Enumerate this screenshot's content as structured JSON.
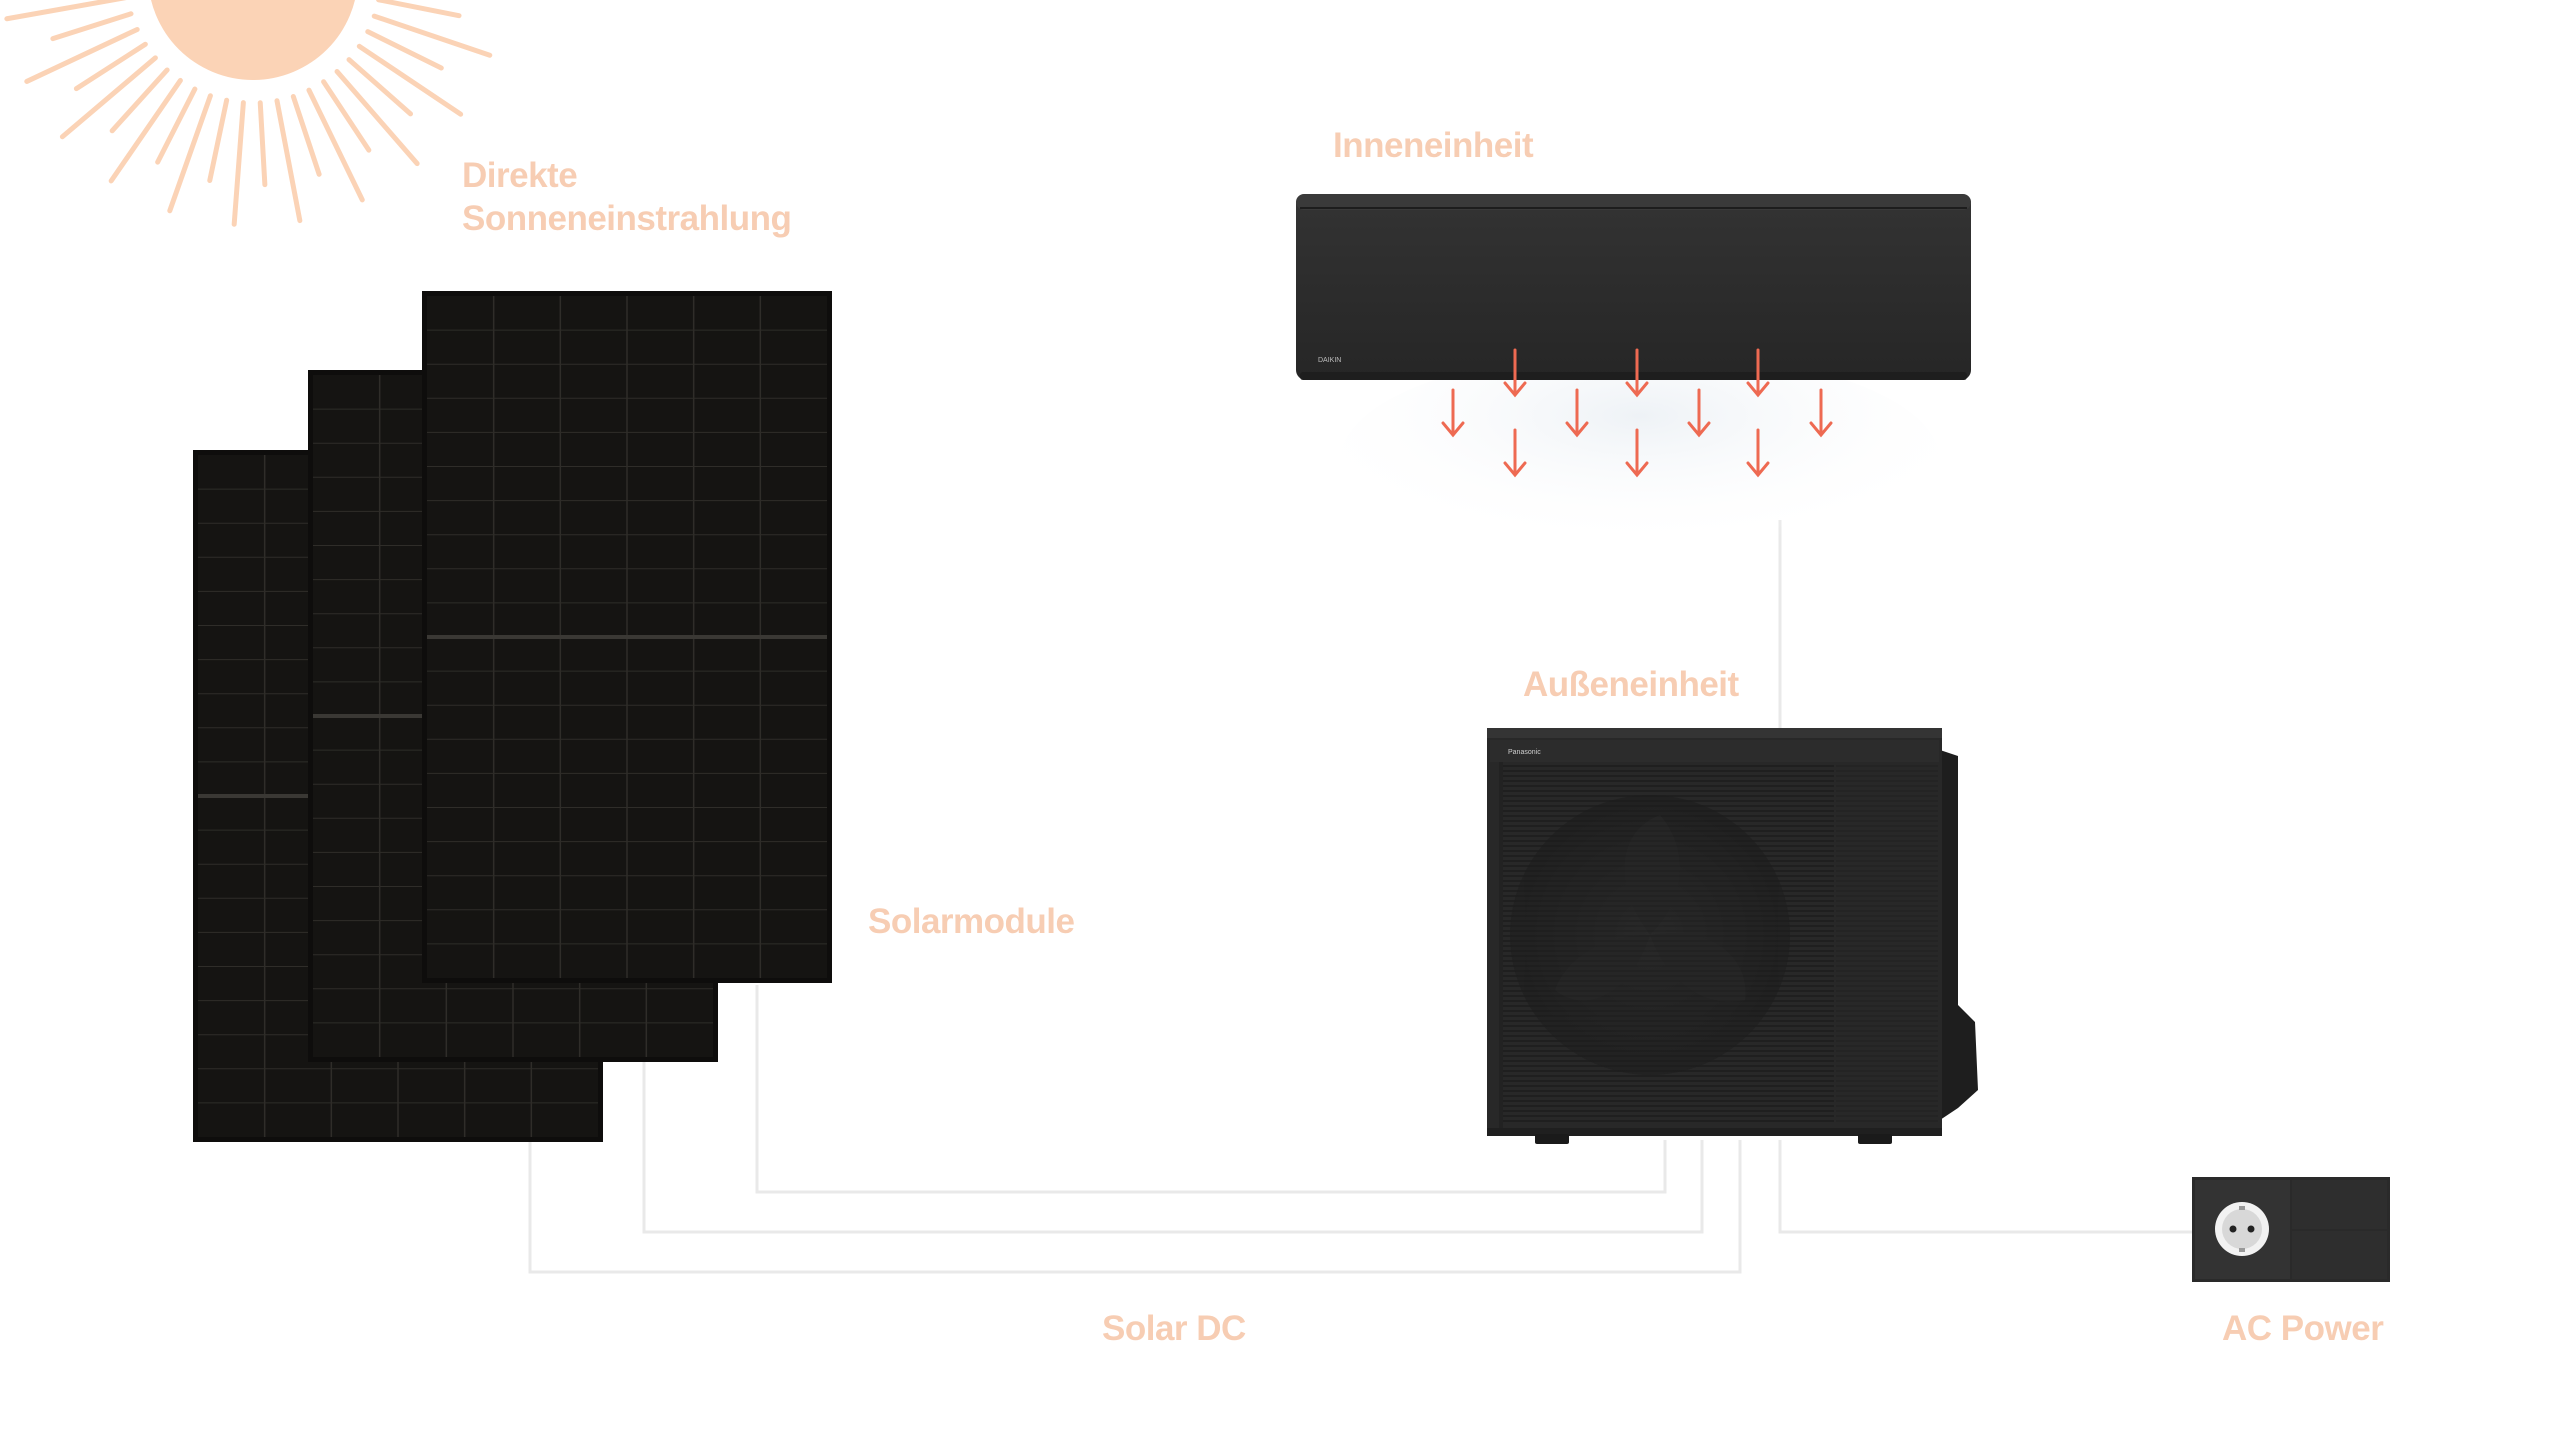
{
  "labels": {
    "sunlight_line1": "Direkte",
    "sunlight_line2": "Sonneneinstrahlung",
    "indoor_unit": "Inneneinheit",
    "outdoor_unit": "Außeneinheit",
    "solar_modules": "Solarmodule",
    "solar_dc": "Solar DC",
    "ac_power": "AC Power"
  },
  "brands": {
    "indoor": "DAIKIN",
    "outdoor": "Panasonic"
  },
  "colors": {
    "label": "#f7cdb3",
    "sun": "#fbd3b6",
    "panel": "#151412",
    "panel_grid": "#2f2d29",
    "unit_body": "#2b2b2b",
    "airflow_arrow": "#ee6a52",
    "wire": "#e9e9e9"
  },
  "icons": [
    "sun-icon",
    "airflow-arrow-icon",
    "fan-icon",
    "power-socket-icon"
  ]
}
